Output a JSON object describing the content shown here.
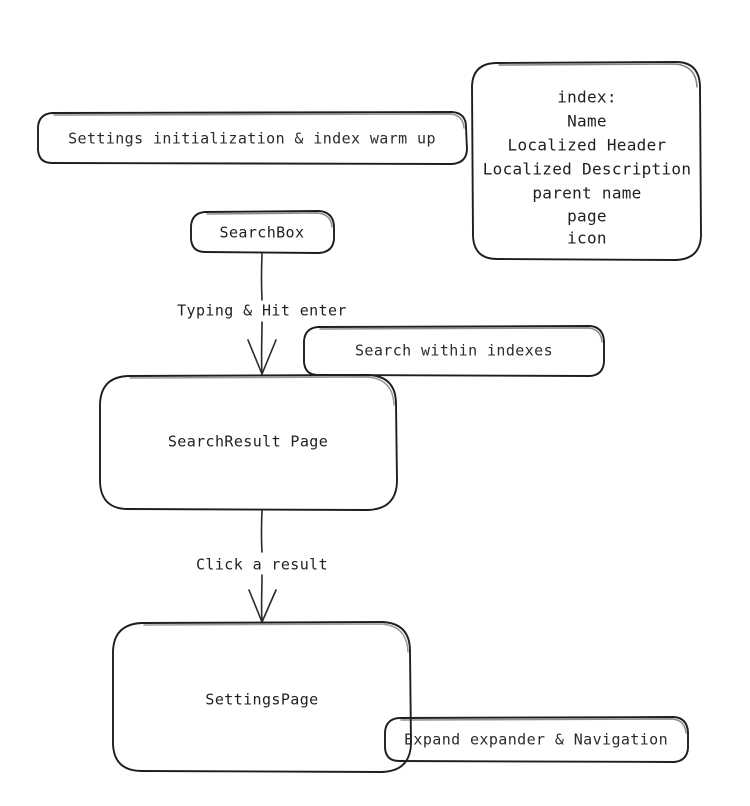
{
  "diagram": {
    "type": "flowchart",
    "style": "hand-drawn sketch",
    "background_color": "#ffffff",
    "colors": {
      "node_fill": "#FCE496",
      "node_stroke": "#1e1e1e",
      "note_fill": "#E9ECEF",
      "note_stroke": "#1e1e1e",
      "index_fill": "#fdfdfd",
      "index_hatch": "#e6e6e6",
      "text": "#1f1f1f",
      "edge": "#2a2a2a"
    },
    "nodes": [
      {
        "id": "searchbox",
        "label": "SearchBox",
        "kind": "process",
        "fill": "#FCE496"
      },
      {
        "id": "searchresult",
        "label": "SearchResult Page",
        "kind": "process",
        "fill": "#FCE496"
      },
      {
        "id": "settingspage",
        "label": "SettingsPage",
        "kind": "process",
        "fill": "#FCE496"
      }
    ],
    "notes": [
      {
        "id": "note-init",
        "label": "Settings initialization & index warm up",
        "fill": "#E9ECEF"
      },
      {
        "id": "note-search-indexes",
        "label": "Search within indexes",
        "fill": "#E9ECEF"
      },
      {
        "id": "note-expand-nav",
        "label": "Expand expander & Navigation",
        "fill": "#E9ECEF"
      }
    ],
    "index_box": {
      "id": "index-box",
      "title": "index:",
      "fields": [
        "Name",
        "Localized Header",
        "Localized Description",
        "parent name",
        "page",
        "icon"
      ]
    },
    "edges": [
      {
        "id": "edge-searchbox-to-result",
        "from": "searchbox",
        "to": "searchresult",
        "label": "Typing & Hit enter"
      },
      {
        "id": "edge-result-to-settings",
        "from": "searchresult",
        "to": "settingspage",
        "label": "Click a result"
      }
    ]
  }
}
